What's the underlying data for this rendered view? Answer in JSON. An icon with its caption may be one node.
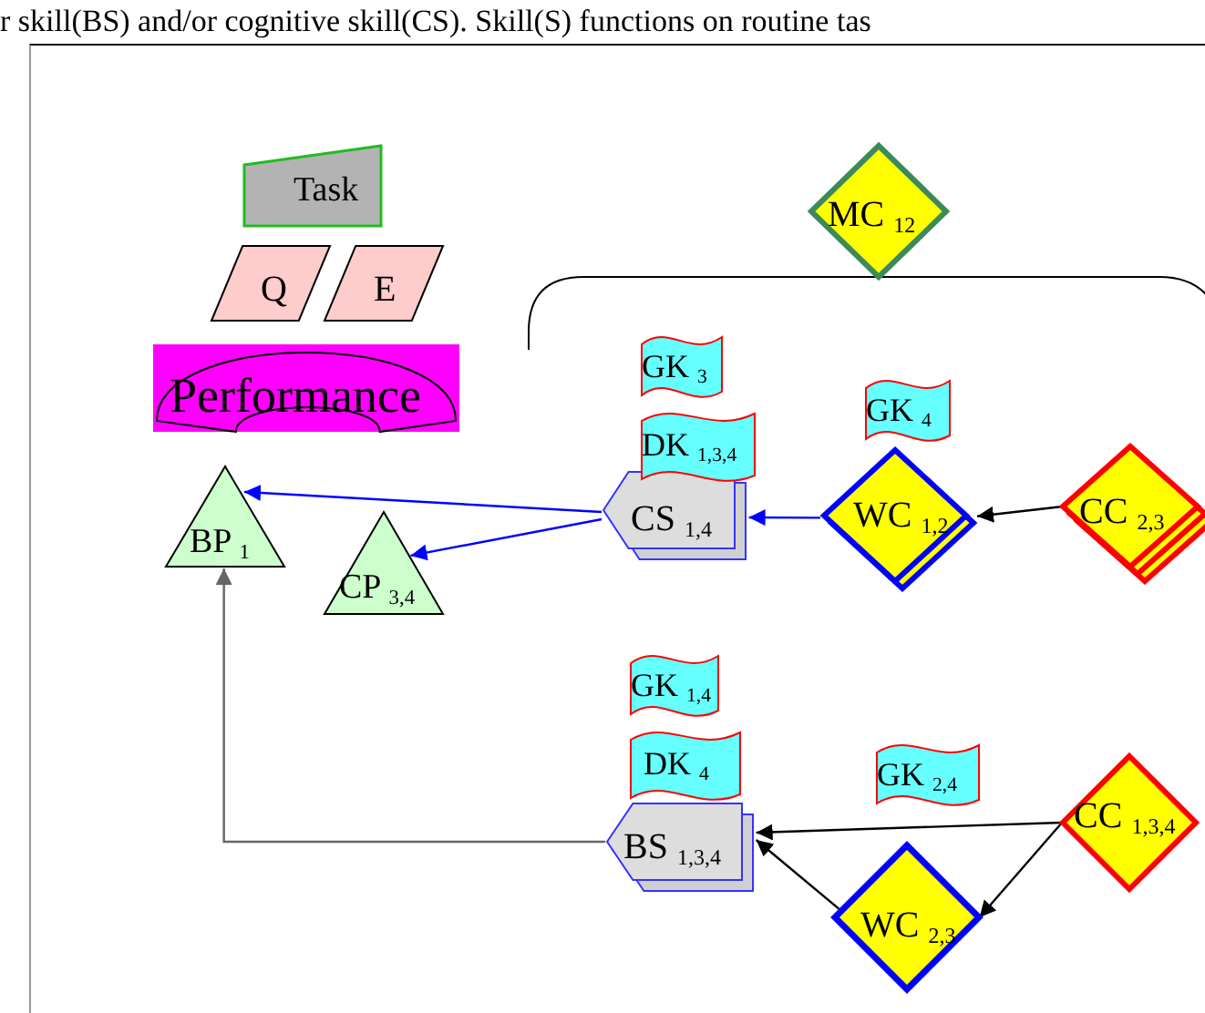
{
  "diagram": {
    "nodes": [
      {
        "text": [
          "Task"
        ]
      },
      {
        "text": [
          "Q"
        ]
      },
      {
        "text": [
          "E"
        ]
      },
      {
        "text": [
          "Performance"
        ]
      },
      {
        "text": [
          "BP $_{1}$"
        ]
      },
      {
        "text": [
          "CP $_{3,4}$"
        ]
      },
      {
        "text": [
          "MC $_{12}$"
        ]
      },
      {
        "text": [
          "GK $_{3}$"
        ]
      },
      {
        "text": [
          "DK $_{1,3,4}$"
        ]
      },
      {
        "text": [
          "CS $_{1,4}$"
        ]
      },
      {
        "text": [
          "GK $_{4}$"
        ]
      },
      {
        "text": [
          "WC $_{1,2}$"
        ]
      },
      {
        "text": [
          "CC $_{2,3}$"
        ]
      },
      {
        "text": [
          "GK $_{1,4}$"
        ]
      },
      {
        "text": [
          "DK $_{4}$"
        ]
      },
      {
        "text": [
          "BS $_{1,3,4}$"
        ]
      },
      {
        "text": [
          "GK $_{2,4}$"
        ]
      },
      {
        "text": [
          "WC $_{2,3}$"
        ]
      },
      {
        "text": [
          "CC $_{1,3,4}$"
        ]
      }
    ],
    "edges": [
      {
        "from": 9,
        "to": 4,
        "arrow": "to",
        "color": "#0000ff"
      },
      {
        "from": 9,
        "to": 5,
        "arrow": "to",
        "color": "#0000ff"
      },
      {
        "from": 11,
        "to": 9,
        "arrow": "to",
        "color": "#0000ff"
      },
      {
        "from": 12,
        "to": 11,
        "arrow": "to"
      },
      {
        "from": 15,
        "to": 4,
        "arrow": "to",
        "color": "#666666"
      },
      {
        "from": 18,
        "to": 15,
        "arrow": "to"
      },
      {
        "from": 18,
        "to": 17,
        "arrow": "to"
      },
      {
        "from": 17,
        "to": 15,
        "arrow": "to"
      }
    ],
    "labels": [
      "r skill(BS) and/or cognitive skill(CS). Skill(S) functions on routine tas"
    ]
  }
}
